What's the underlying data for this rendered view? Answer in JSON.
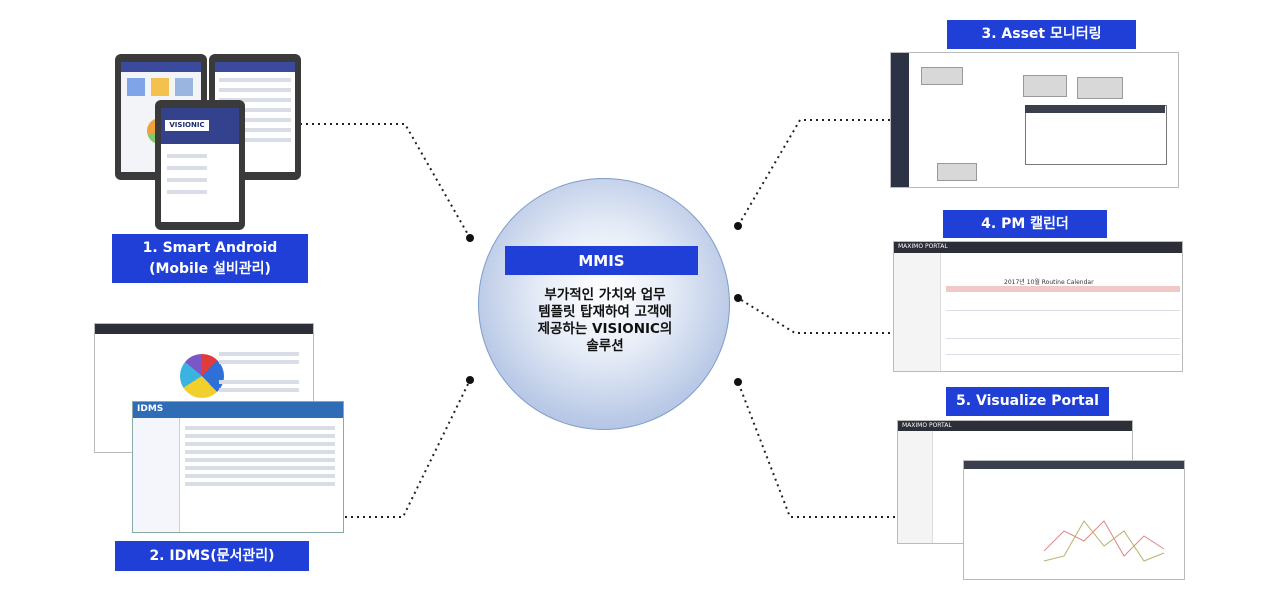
{
  "center": {
    "title": "MMIS",
    "lines": [
      "부가적인 가치와 업무",
      "템플릿 탑재하여 고객에",
      "제공하는 VISIONIC의",
      "솔루션"
    ]
  },
  "nodes": [
    {
      "line1": "1. Smart Android",
      "line2": "(Mobile 설비관리)"
    },
    {
      "label": "2. IDMS(문서관리)"
    },
    {
      "label": "3. Asset 모니터링"
    },
    {
      "label": "4. PM 캘린더"
    },
    {
      "label": "5. Visualize Portal"
    }
  ],
  "screens": {
    "android_logo": "VISIONIC",
    "idms_logo": "IDMS",
    "pm_portal": "MAXIMO PORTAL",
    "pm_calendar_title": "2017년 10월 Routine Calendar",
    "viz_portal": "MAXIMO PORTAL"
  },
  "colors": {
    "label_bg": "#1f3fd6",
    "circle_edge": "#7f9ccb",
    "connector": "#222222"
  }
}
